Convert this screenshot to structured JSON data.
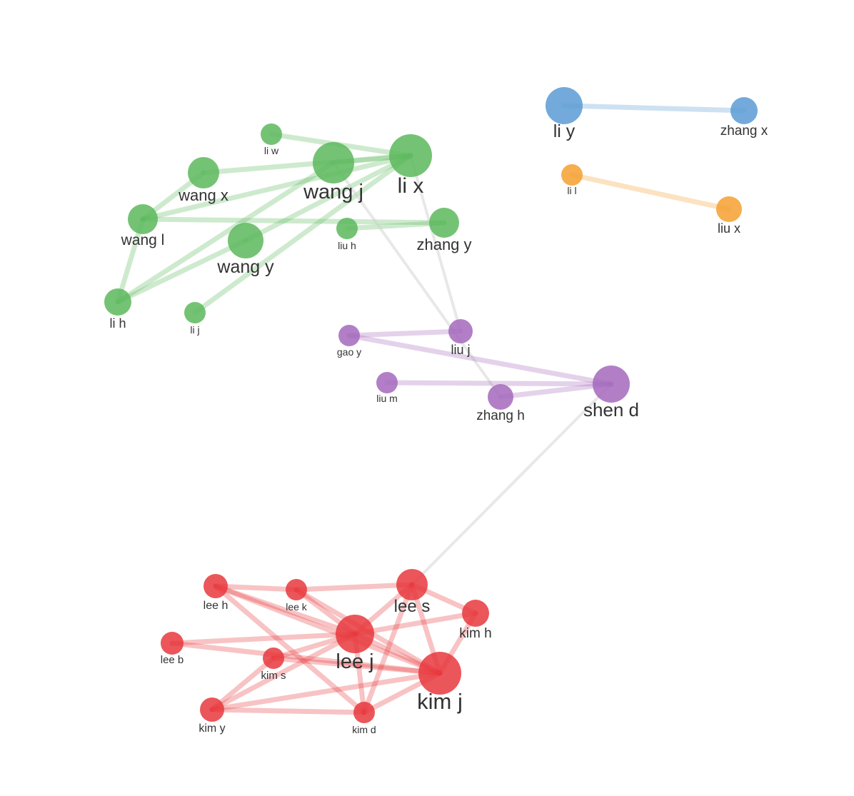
{
  "colors": {
    "green": "#5cb85c",
    "blue": "#5b9bd5",
    "orange": "#f5a030",
    "purple": "#a569bd",
    "red": "#e8383d",
    "cross_edge": "#cccccc"
  },
  "nodes": [
    {
      "id": "li_y",
      "label": "li y",
      "cluster": "blue"
    },
    {
      "id": "zhang_x",
      "label": "zhang x",
      "cluster": "blue"
    },
    {
      "id": "li_l",
      "label": "li l",
      "cluster": "orange"
    },
    {
      "id": "liu_x",
      "label": "liu x",
      "cluster": "orange"
    },
    {
      "id": "li_w",
      "label": "li w",
      "cluster": "green"
    },
    {
      "id": "wang_x",
      "label": "wang x",
      "cluster": "green"
    },
    {
      "id": "wang_j",
      "label": "wang j",
      "cluster": "green"
    },
    {
      "id": "li_x",
      "label": "li x",
      "cluster": "green"
    },
    {
      "id": "wang_l",
      "label": "wang l",
      "cluster": "green"
    },
    {
      "id": "liu_h",
      "label": "liu h",
      "cluster": "green"
    },
    {
      "id": "zhang_y",
      "label": "zhang y",
      "cluster": "green"
    },
    {
      "id": "wang_y",
      "label": "wang y",
      "cluster": "green"
    },
    {
      "id": "li_h",
      "label": "li h",
      "cluster": "green"
    },
    {
      "id": "li_j",
      "label": "li j",
      "cluster": "green"
    },
    {
      "id": "gao_y",
      "label": "gao y",
      "cluster": "purple"
    },
    {
      "id": "liu_j",
      "label": "liu j",
      "cluster": "purple"
    },
    {
      "id": "liu_m",
      "label": "liu m",
      "cluster": "purple"
    },
    {
      "id": "zhang_h",
      "label": "zhang h",
      "cluster": "purple"
    },
    {
      "id": "shen_d",
      "label": "shen d",
      "cluster": "purple"
    },
    {
      "id": "lee_h",
      "label": "lee h",
      "cluster": "red"
    },
    {
      "id": "lee_k",
      "label": "lee k",
      "cluster": "red"
    },
    {
      "id": "lee_s",
      "label": "lee s",
      "cluster": "red"
    },
    {
      "id": "kim_h",
      "label": "kim h",
      "cluster": "red"
    },
    {
      "id": "lee_b",
      "label": "lee b",
      "cluster": "red"
    },
    {
      "id": "lee_j",
      "label": "lee j",
      "cluster": "red"
    },
    {
      "id": "kim_s",
      "label": "kim s",
      "cluster": "red"
    },
    {
      "id": "kim_j",
      "label": "kim j",
      "cluster": "red"
    },
    {
      "id": "kim_y",
      "label": "kim y",
      "cluster": "red"
    },
    {
      "id": "kim_d",
      "label": "kim d",
      "cluster": "red"
    }
  ],
  "edges": [
    {
      "source": "li_y",
      "target": "zhang_x",
      "cluster": "blue"
    },
    {
      "source": "li_l",
      "target": "liu_x",
      "cluster": "orange"
    },
    {
      "source": "li_w",
      "target": "li_x",
      "cluster": "green"
    },
    {
      "source": "wang_x",
      "target": "li_x",
      "cluster": "green"
    },
    {
      "source": "wang_j",
      "target": "li_x",
      "cluster": "green"
    },
    {
      "source": "wang_l",
      "target": "li_x",
      "cluster": "green"
    },
    {
      "source": "wang_l",
      "target": "wang_x",
      "cluster": "green"
    },
    {
      "source": "wang_l",
      "target": "zhang_y",
      "cluster": "green"
    },
    {
      "source": "liu_h",
      "target": "zhang_y",
      "cluster": "green"
    },
    {
      "source": "wang_y",
      "target": "li_x",
      "cluster": "green"
    },
    {
      "source": "li_h",
      "target": "wang_y",
      "cluster": "green"
    },
    {
      "source": "li_h",
      "target": "wang_l",
      "cluster": "green"
    },
    {
      "source": "li_h",
      "target": "wang_j",
      "cluster": "green"
    },
    {
      "source": "li_j",
      "target": "li_x",
      "cluster": "green"
    },
    {
      "source": "wang_j",
      "target": "zhang_h",
      "cluster": "cross"
    },
    {
      "source": "li_x",
      "target": "liu_j",
      "cluster": "cross"
    },
    {
      "source": "shen_d",
      "target": "lee_s",
      "cluster": "cross"
    },
    {
      "source": "gao_y",
      "target": "liu_j",
      "cluster": "purple"
    },
    {
      "source": "gao_y",
      "target": "shen_d",
      "cluster": "purple"
    },
    {
      "source": "liu_m",
      "target": "shen_d",
      "cluster": "purple"
    },
    {
      "source": "zhang_h",
      "target": "shen_d",
      "cluster": "purple"
    },
    {
      "source": "lee_h",
      "target": "lee_k",
      "cluster": "red"
    },
    {
      "source": "lee_h",
      "target": "lee_j",
      "cluster": "red"
    },
    {
      "source": "lee_h",
      "target": "kim_j",
      "cluster": "red"
    },
    {
      "source": "lee_h",
      "target": "kim_d",
      "cluster": "red"
    },
    {
      "source": "lee_k",
      "target": "lee_s",
      "cluster": "red"
    },
    {
      "source": "lee_k",
      "target": "lee_j",
      "cluster": "red"
    },
    {
      "source": "lee_k",
      "target": "kim_j",
      "cluster": "red"
    },
    {
      "source": "lee_s",
      "target": "kim_h",
      "cluster": "red"
    },
    {
      "source": "lee_s",
      "target": "lee_j",
      "cluster": "red"
    },
    {
      "source": "lee_s",
      "target": "kim_j",
      "cluster": "red"
    },
    {
      "source": "lee_s",
      "target": "kim_d",
      "cluster": "red"
    },
    {
      "source": "kim_h",
      "target": "lee_j",
      "cluster": "red"
    },
    {
      "source": "kim_h",
      "target": "kim_j",
      "cluster": "red"
    },
    {
      "source": "lee_b",
      "target": "lee_j",
      "cluster": "red"
    },
    {
      "source": "lee_b",
      "target": "kim_j",
      "cluster": "red"
    },
    {
      "source": "lee_j",
      "target": "kim_s",
      "cluster": "red"
    },
    {
      "source": "lee_j",
      "target": "kim_j",
      "cluster": "red"
    },
    {
      "source": "lee_j",
      "target": "kim_y",
      "cluster": "red"
    },
    {
      "source": "lee_j",
      "target": "kim_d",
      "cluster": "red"
    },
    {
      "source": "kim_s",
      "target": "kim_j",
      "cluster": "red"
    },
    {
      "source": "kim_s",
      "target": "kim_y",
      "cluster": "red"
    },
    {
      "source": "kim_j",
      "target": "kim_y",
      "cluster": "red"
    },
    {
      "source": "kim_j",
      "target": "kim_d",
      "cluster": "red"
    },
    {
      "source": "kim_y",
      "target": "kim_d",
      "cluster": "red"
    }
  ]
}
